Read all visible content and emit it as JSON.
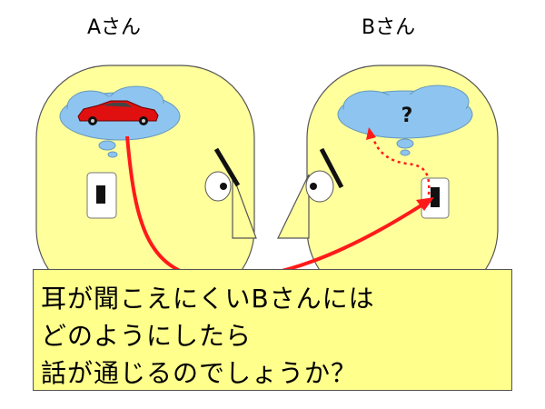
{
  "persons": {
    "a": {
      "label": "Aさん"
    },
    "b": {
      "label": "Bさん"
    }
  },
  "thought_b": {
    "text": "?"
  },
  "question": {
    "lines": [
      "耳が聞こえにくいBさんには",
      "どのようにしたら",
      "話が通じるのでしょうか？"
    ]
  },
  "colors": {
    "face": "#ffff9c",
    "cloud": "#8ec4f0",
    "arrow": "#ff1a1a",
    "car": "#e01010",
    "box": "#ffff8c"
  },
  "icons": [
    "car-icon",
    "question-mark",
    "ear-icon",
    "eye-icon"
  ]
}
